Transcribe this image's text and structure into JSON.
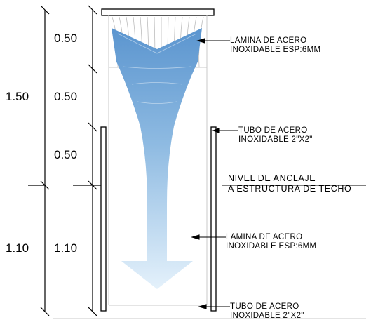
{
  "dimensions": {
    "total_upper": "1.50",
    "seg_1": "0.50",
    "seg_2": "0.50",
    "seg_3": "0.50",
    "total_lower": "1.10",
    "seg_lower": "1.10"
  },
  "notes": {
    "lamina_top": {
      "line1": "LAMINA DE ACERO",
      "line2": "INOXIDABLE ESP:6MM"
    },
    "tubo_top": {
      "line1": "TUBO DE ACERO",
      "line2": "INOXIDABLE 2\"X2\""
    },
    "anclaje": {
      "line1": "NIVEL DE ANCLAJE",
      "line2": "A ESTRUCTURA DE TECHO"
    },
    "lamina_bottom": {
      "line1": "LAMINA DE ACERO",
      "line2": "INOXIDABLE ESP:6MM"
    },
    "tubo_bottom": {
      "line1": "TUBO DE ACERO",
      "line2": "INOXIDABLE 2\"X2\""
    }
  },
  "colors": {
    "arrow_dark": "#5b95cf",
    "arrow_light": "#e4f1fb",
    "line": "#000000",
    "faint": "#c8c8c8"
  }
}
